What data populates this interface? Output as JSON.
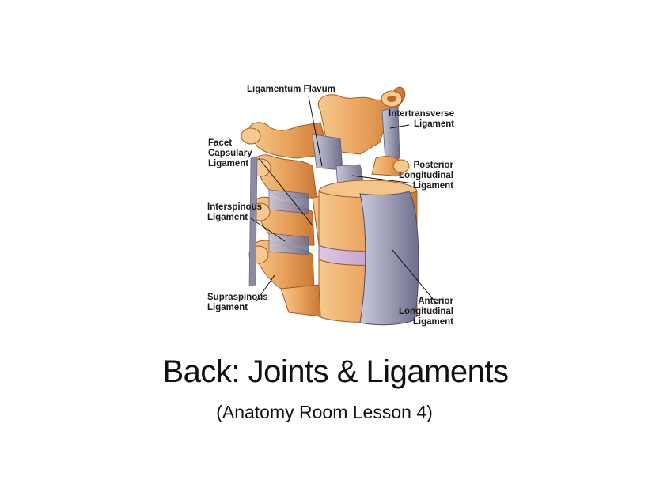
{
  "slide": {
    "title": "Back: Joints & Ligaments",
    "subtitle": "(Anatomy Room Lesson 4)"
  },
  "figure": {
    "labels": {
      "ligamentum_flavum": "Ligamentum Flavum",
      "intertransverse": "Intertransverse\nLigament",
      "facet_capsulary": "Facet\nCapsulary\nLigament",
      "posterior_longitudinal": "Posterior\nLongitudinal\nLigament",
      "interspinous": "Interspinous\nLigament",
      "supraspinous": "Supraspinous\nLigament",
      "anterior_longitudinal": "Anterior\nLongitudinal\nLigament"
    },
    "colors": {
      "bone": "#e8a25c",
      "bone_light": "#f6c98f",
      "bone_dark": "#b8682c",
      "ligament": "#9d9cb4",
      "ligament_dark": "#6f6d8a",
      "disc": "#c4a3c9"
    }
  }
}
